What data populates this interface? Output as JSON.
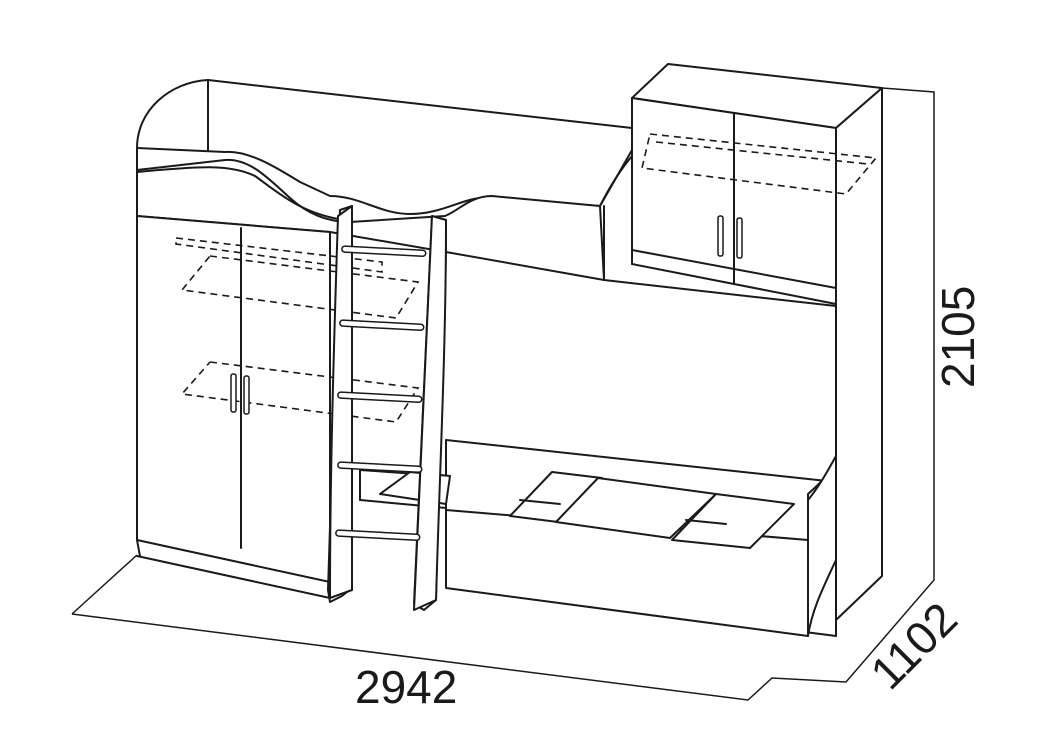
{
  "dimensions": {
    "width": "2942",
    "depth": "1102",
    "height": "2105"
  }
}
